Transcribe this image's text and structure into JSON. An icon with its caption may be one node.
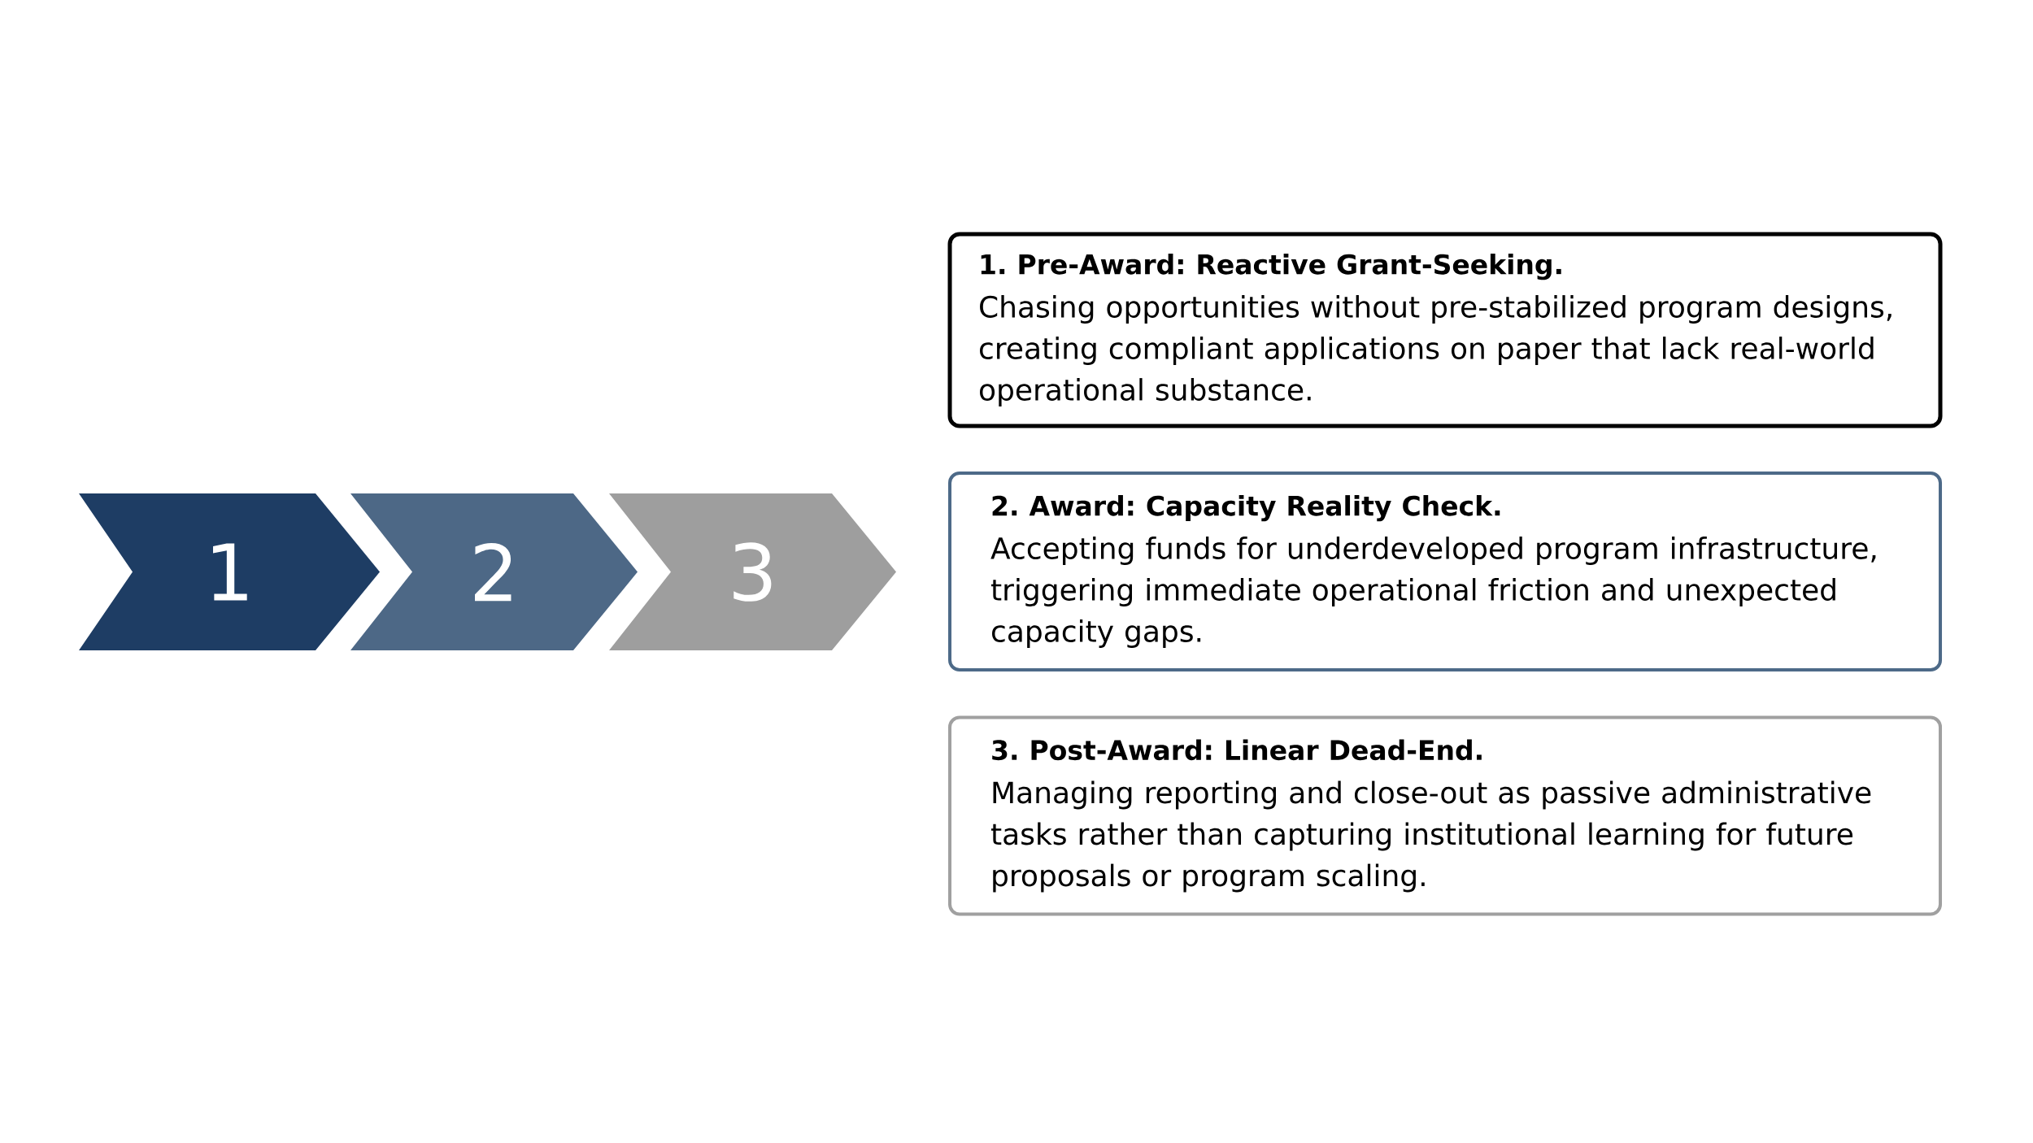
{
  "diagram": {
    "nodes": [
      {
        "text": [
          "1"
        ]
      },
      {
        "text": [
          "2"
        ]
      },
      {
        "text": [
          "3"
        ]
      },
      {
        "text": [
          "1. Pre-Award: Reactive Grant-Seeking.",
          "Chasing opportunities without pre-stabilized program designs, creating compliant applications on paper that lack real-world operational substance."
        ]
      },
      {
        "text": [
          "2. Award: Capacity Reality Check.",
          "Accepting funds for underdeveloped program infrastructure, triggering immediate operational friction and unexpected capacity gaps."
        ]
      },
      {
        "text": [
          "3. Post-Award: Linear Dead-End.",
          "Managing reporting and close-out as passive administrative tasks rather than capturing institutional learning for future proposals or program scaling."
        ]
      }
    ]
  }
}
